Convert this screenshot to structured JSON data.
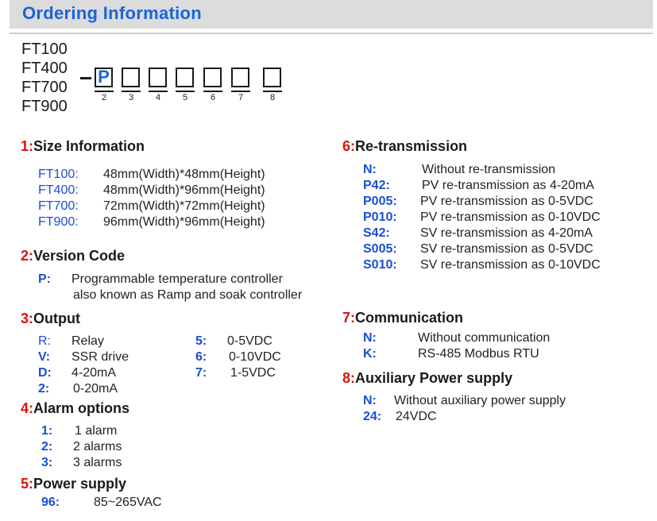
{
  "header": {
    "title": "Ordering Information"
  },
  "models": [
    "FT100",
    "FT400",
    "FT700",
    "FT900"
  ],
  "code_boxes": {
    "first": "P",
    "positions": [
      "2",
      "3",
      "4",
      "5",
      "6",
      "7",
      "8"
    ]
  },
  "size": {
    "num": "1:",
    "title": "Size  Information",
    "items": [
      {
        "code": "FT100:",
        "desc": "48mm(Width)*48mm(Height)"
      },
      {
        "code": "FT400:",
        "desc": "48mm(Width)*96mm(Height)"
      },
      {
        "code": "FT700:",
        "desc": "72mm(Width)*72mm(Height)"
      },
      {
        "code": "FT900:",
        "desc": "96mm(Width)*96mm(Height)"
      }
    ]
  },
  "version": {
    "num": "2:",
    "title": "Version Code",
    "code": "P:",
    "line1": "Programmable temperature controller",
    "line2": "also known as Ramp and soak controller"
  },
  "output": {
    "num": "3:",
    "title": "Output",
    "left": [
      {
        "code": "R:",
        "desc": "Relay"
      },
      {
        "code": "V:",
        "desc": "SSR drive"
      },
      {
        "code": "D:",
        "desc": "4-20mA"
      },
      {
        "code": "2:",
        "desc": "0-20mA"
      }
    ],
    "right": [
      {
        "code": "5:",
        "desc": "0-5VDC"
      },
      {
        "code": "6:",
        "desc": "0-10VDC"
      },
      {
        "code": "7:",
        "desc": "1-5VDC"
      }
    ]
  },
  "alarm": {
    "num": "4:",
    "title": "Alarm options",
    "items": [
      {
        "code": "1:",
        "desc": "1 alarm"
      },
      {
        "code": "2:",
        "desc": "2 alarms"
      },
      {
        "code": "3:",
        "desc": "3 alarms"
      }
    ]
  },
  "power": {
    "num": "5:",
    "title": "Power supply",
    "items": [
      {
        "code": "96:",
        "desc": "85~265VAC"
      }
    ]
  },
  "retrans": {
    "num": "6:",
    "title": "Re-transmission",
    "items": [
      {
        "code": "N:",
        "desc": "Without re-transmission"
      },
      {
        "code": "P42:",
        "desc": "PV re-transmission as 4-20mA"
      },
      {
        "code": "P005:",
        "desc": "PV re-transmission as 0-5VDC"
      },
      {
        "code": "P010:",
        "desc": "PV re-transmission as 0-10VDC"
      },
      {
        "code": "S42:",
        "desc": "SV re-transmission as 4-20mA"
      },
      {
        "code": "S005:",
        "desc": "SV re-transmission as 0-5VDC"
      },
      {
        "code": "S010:",
        "desc": "SV re-transmission as 0-10VDC"
      }
    ]
  },
  "comm": {
    "num": "7:",
    "title": "Communication",
    "items": [
      {
        "code": "N:",
        "desc": "Without communication"
      },
      {
        "code": "K:",
        "desc": "RS-485 Modbus RTU"
      }
    ]
  },
  "aux": {
    "num": "8:",
    "title": "Auxiliary Power supply",
    "items": [
      {
        "code": "N:",
        "desc": "Without auxiliary power supply"
      },
      {
        "code": "24:",
        "desc": "24VDC"
      }
    ]
  }
}
